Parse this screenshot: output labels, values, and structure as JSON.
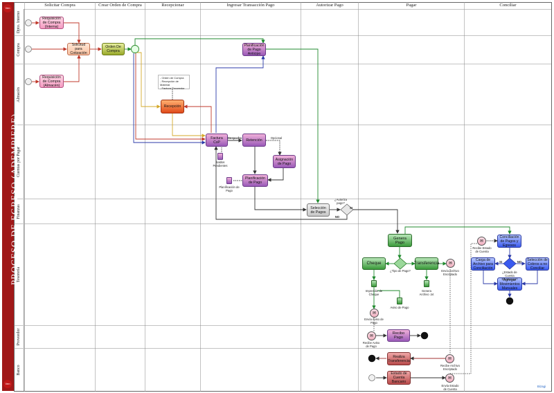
{
  "pool": {
    "title": "PROCESO DE EGRESO (ADEMPIERE)",
    "logo_text": "Ven"
  },
  "lanes": [
    {
      "id": "dpto",
      "label": "Dpto. Interno"
    },
    {
      "id": "compra",
      "label": "Compra"
    },
    {
      "id": "almacen",
      "label": "Almacén"
    },
    {
      "id": "cxp",
      "label": "Cuentas por Pagar"
    },
    {
      "id": "finanzas",
      "label": "Finanzas"
    },
    {
      "id": "tesoreria",
      "label": "Tesorería"
    },
    {
      "id": "proveedor",
      "label": "Proveedor"
    },
    {
      "id": "banco",
      "label": "Banco"
    }
  ],
  "columns": [
    {
      "id": "c1",
      "label": "Solicitar Compra"
    },
    {
      "id": "c2",
      "label": "Crear Orden de Compra"
    },
    {
      "id": "c3",
      "label": "Recepcionar"
    },
    {
      "id": "c4",
      "label": "Ingresar Transacción Pago"
    },
    {
      "id": "c5",
      "label": "Autorizar Pago"
    },
    {
      "id": "c6",
      "label": "Pagar"
    },
    {
      "id": "c7",
      "label": "Conciliar"
    }
  ],
  "tasks": {
    "req_interna": "Requisición de Compra (Interna)",
    "solicitud_cotizacion": "Solicitud para Cotización",
    "req_almacen": "Requisición de Compra (Almacén)",
    "orden_compra": "Orden De Compra",
    "planificacion_anticipo": "Planificación de Pago Anticipo",
    "recepcion": "Recepción",
    "factura_cxp": "Factura CxP",
    "retencion": "Retención",
    "asignacion_pago": "Asignación de Pago",
    "planificacion_pago": "Planificación de Pago",
    "seleccion_pagos": "Selección de Pagos",
    "genera_pago": "Genera Pago",
    "cheque": "Cheque",
    "transferencia": "Transferencia",
    "conciliacion": "Conciliación de Pagos y Egresos",
    "carga_archivo": "Carga de Archivo para Conciliación",
    "seleccion_cobros": "Selección de Cobros a no Conciliar",
    "agregar_movimientos": "Agregar Movimientos Manuales",
    "recibo_pago": "Recibo Pago",
    "realiza_transferencia": "Realiza Transferencia",
    "estado_cuenta": "Estado de Cuenta Bancario"
  },
  "labels": {
    "note_lines": [
      "- Orden de Compra",
      "- Recepción de Material",
      "- Factura Proveedor"
    ],
    "saldos_pendientes": "Saldos Pendientes",
    "planificacion_doc": "Planificación de Pago",
    "despacho": "Despacho",
    "opcional": "Opcional",
    "autoriza_pago": "¿Autoriza pago?",
    "si": "SI",
    "no": "NO",
    "tipo_pago": "¿Tipo de Pago?",
    "envia_archivo": "Envía Archivo Encriptado",
    "impresion_cheque": "Impresión de Cheque",
    "genera_archivo": "Genera Archivo .txt",
    "aviso_pago_doc": "Aviso de Pago",
    "envia_aviso": "Envía Aviso de Pago",
    "recibe_estado": "Recibe Estado de Cuenta",
    "estado_electronico": "¿Estado de Cuenta Electrónico?",
    "si2": "SI",
    "no2": "NO",
    "recibe_aviso": "Recibe Aviso de Pago",
    "recibe_archivo": "Recibe Archivo Encriptado",
    "envia_estado": "Envía Estado de Cuenta",
    "tagline": "Bizagi"
  },
  "colors": {
    "pool_bar": "#a01818",
    "flow_red": "#c0392b",
    "flow_blue": "#2b3aa8",
    "flow_green": "#1f8a2e",
    "flow_yellow": "#d4a82a",
    "flow_black": "#333333"
  }
}
